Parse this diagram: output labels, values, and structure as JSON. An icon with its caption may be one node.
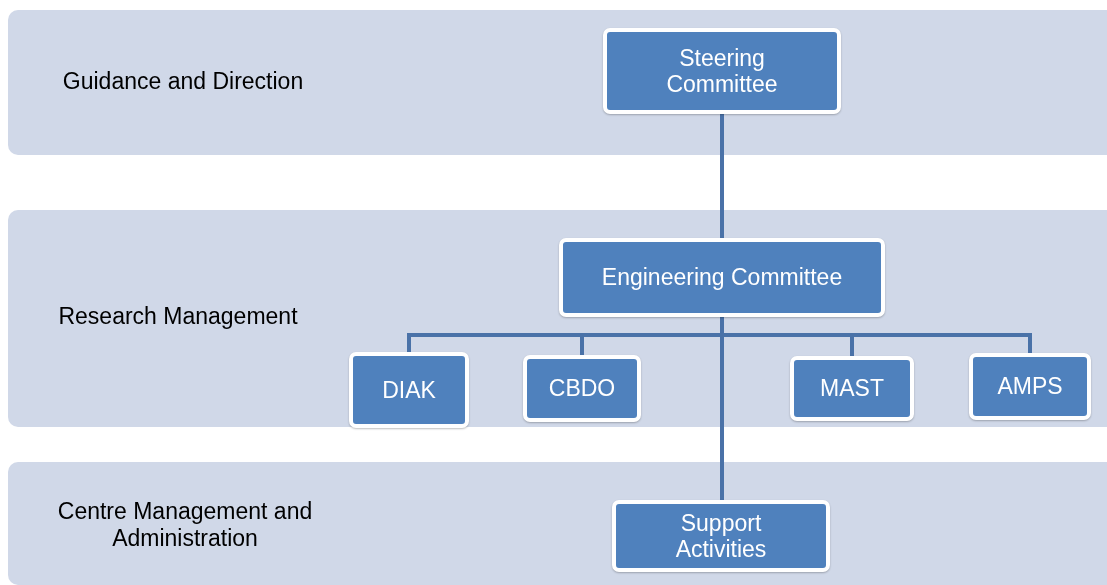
{
  "diagram": {
    "nodes": [
      {
        "text": [
          "Guidance and Direction"
        ]
      },
      {
        "text": [
          "Steering Committee"
        ],
        "in": 0
      },
      {
        "text": [
          "Research Management"
        ]
      },
      {
        "text": [
          "Engineering Committee"
        ],
        "in": 2
      },
      {
        "text": [
          "DIAK"
        ],
        "in": 2
      },
      {
        "text": [
          "CBDO"
        ],
        "in": 2
      },
      {
        "text": [
          "MAST"
        ],
        "in": 2
      },
      {
        "text": [
          "AMPS"
        ],
        "in": 2
      },
      {
        "text": [
          "Centre Management and Administration"
        ]
      },
      {
        "text": [
          "Support Activities"
        ],
        "in": 8
      }
    ],
    "edges": [
      {
        "from": 1,
        "to": 3,
        "arrow": "none"
      },
      {
        "from": 3,
        "to": 4,
        "arrow": "none"
      },
      {
        "from": 3,
        "to": 5,
        "arrow": "none"
      },
      {
        "from": 3,
        "to": 6,
        "arrow": "none"
      },
      {
        "from": 3,
        "to": 7,
        "arrow": "none"
      },
      {
        "from": 3,
        "to": 9,
        "arrow": "none"
      }
    ]
  }
}
